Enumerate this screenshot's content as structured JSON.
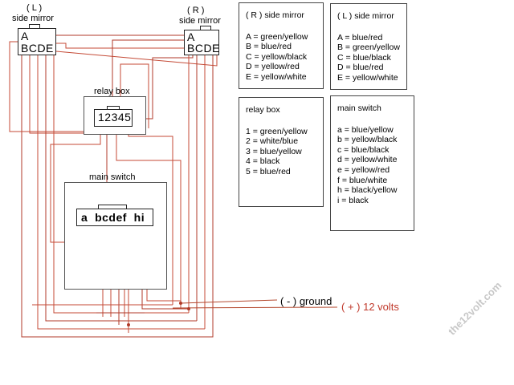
{
  "colors": {
    "wire": "#c44a36",
    "wire_dark": "#b03a28",
    "ground_wire": "#b4482e",
    "volts_text": "#c0392b"
  },
  "left_mirror": {
    "side": "( L )",
    "name": "side mirror",
    "pin_a": "A",
    "pins": "BCDE"
  },
  "right_mirror": {
    "side": "( R )",
    "name": "side mirror",
    "pin_a": "A",
    "pins": "BCDE"
  },
  "relay_box": {
    "name": "relay box",
    "pins": "12345"
  },
  "main_switch": {
    "name": "main switch",
    "pins": "a  bcdef  hi"
  },
  "ground_label": "( - ) ground",
  "volts_label": "( + ) 12 volts",
  "legends": {
    "r_mirror": {
      "title": "( R ) side mirror",
      "items": [
        "A = green/yellow",
        "B = blue/red",
        "C = yellow/black",
        "D = yellow/red",
        "E = yellow/white"
      ]
    },
    "l_mirror": {
      "title": "( L ) side mirror",
      "items": [
        "A = blue/red",
        "B = green/yellow",
        "C = blue/black",
        "D = blue/red",
        "E = yellow/white"
      ]
    },
    "relay": {
      "title": "relay box",
      "items": [
        "1 = green/yellow",
        "2 = white/blue",
        "3 = blue/yellow",
        "4 = black",
        "5 = blue/red"
      ]
    },
    "switch": {
      "title": "main switch",
      "items": [
        "a = blue/yellow",
        "b = yellow/black",
        "c = blue/black",
        "d = yellow/white",
        "e = yellow/red",
        "f = blue/white",
        "h = black/yellow",
        "i = black"
      ]
    }
  },
  "watermark": "the12volt.com"
}
